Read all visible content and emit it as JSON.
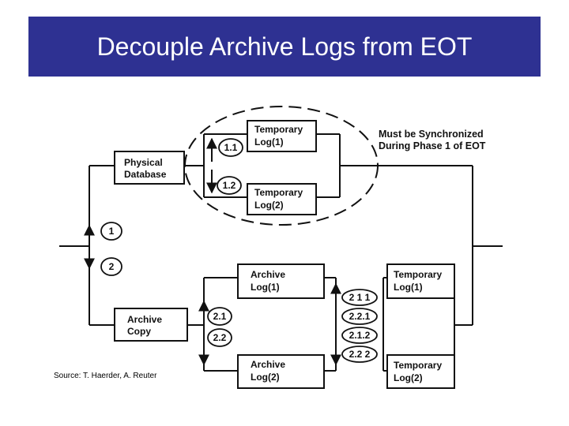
{
  "title": "Decouple Archive Logs from EOT",
  "source": "Source: T. Haerder, A. Reuter",
  "colors": {
    "title_bg": "#2e3192",
    "title_text": "#ffffff",
    "line": "#111111"
  },
  "diagram": {
    "boxes": {
      "physical_database": [
        "Physical",
        "Database"
      ],
      "archive_copy": [
        "Archive",
        "Copy"
      ],
      "temp_log_1_top": [
        "Temporary",
        "Log(1)"
      ],
      "temp_log_2_top": [
        "Temporary",
        "Log(2)"
      ],
      "archive_log_1": [
        "Archive",
        "Log(1)"
      ],
      "archive_log_2": [
        "Archive",
        "Log(2)"
      ],
      "temp_log_1_right": [
        "Temporary",
        "Log(1)"
      ],
      "temp_log_2_right": [
        "Temporary",
        "Log(2)"
      ]
    },
    "steps": {
      "s1": "1",
      "s2": "2",
      "s11": "1.1",
      "s12": "1.2",
      "s21": "2.1",
      "s22": "2.2",
      "s211": "2 1 1",
      "s221": "2.2.1",
      "s212": "2.1.2",
      "s222": "2.2 2"
    },
    "note": [
      "Must be Synchronized",
      "During Phase 1 of EOT"
    ]
  }
}
